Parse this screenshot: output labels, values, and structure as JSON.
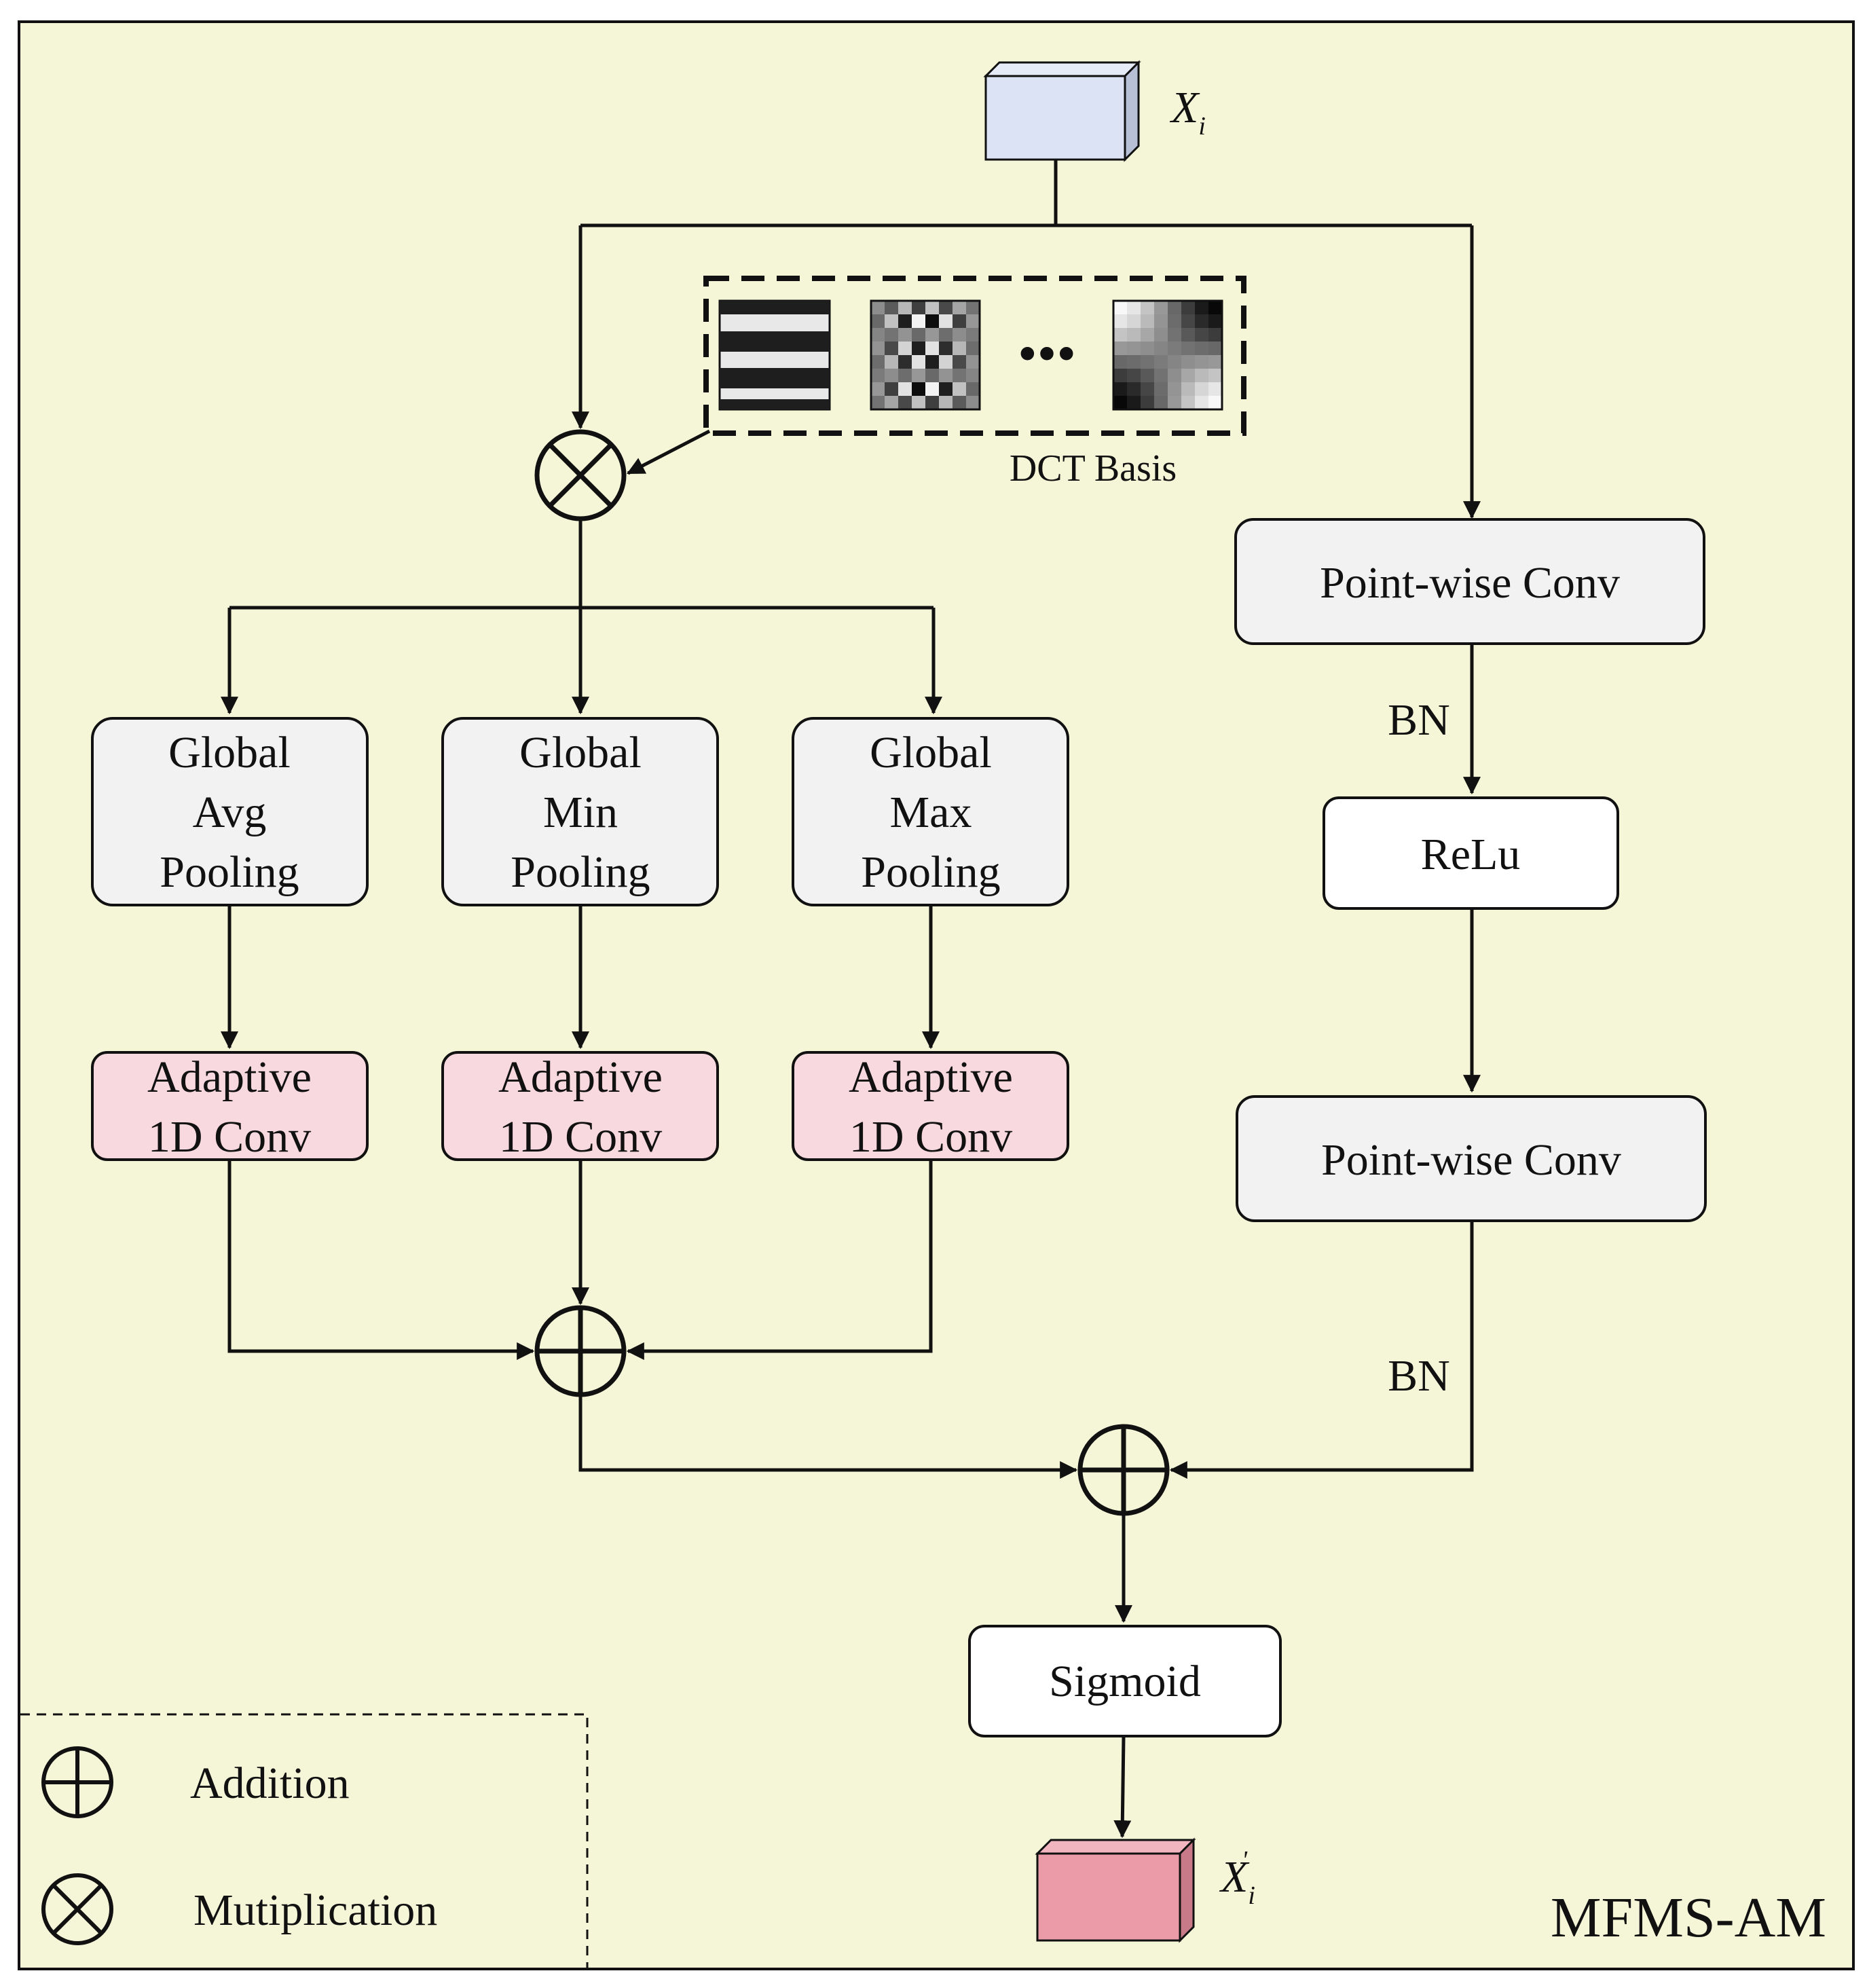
{
  "title": "MFMS-AM",
  "input": {
    "base": "X",
    "sub": "i"
  },
  "output": {
    "base": "X",
    "sub": "i",
    "sup": "'"
  },
  "dct": {
    "label": "DCT Basis",
    "dots": "•••"
  },
  "pooling": [
    {
      "lines": [
        "Global",
        "Avg",
        "Pooling"
      ]
    },
    {
      "lines": [
        "Global",
        "Min",
        "Pooling"
      ]
    },
    {
      "lines": [
        "Global",
        "Max",
        "Pooling"
      ]
    }
  ],
  "conv1d": [
    {
      "lines": [
        "Adaptive",
        "1D Conv"
      ]
    },
    {
      "lines": [
        "Adaptive",
        "1D Conv"
      ]
    },
    {
      "lines": [
        "Adaptive",
        "1D Conv"
      ]
    }
  ],
  "right_branch": {
    "pw1": "Point-wise Conv",
    "bn1": "BN",
    "relu": "ReLu",
    "pw2": "Point-wise Conv",
    "bn2": "BN"
  },
  "sigmoid": "Sigmoid",
  "legend": {
    "addition": "Addition",
    "multiplication": "Mutiplication"
  },
  "colors": {
    "background": "#f5f5d8",
    "node": "#f2f2f2",
    "white_node": "#ffffff",
    "conv1d": "#f8d9df",
    "input_cube": "#dce3f5",
    "output_cube": "#eb9aa7",
    "stroke": "#111111"
  }
}
